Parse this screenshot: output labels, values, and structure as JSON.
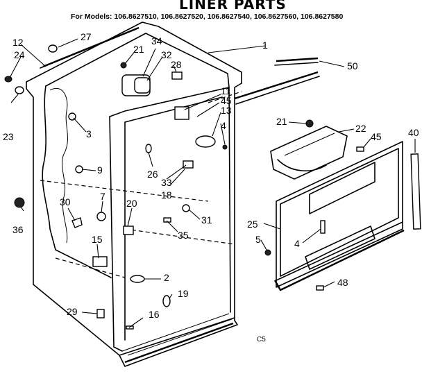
{
  "title": "LINER PARTS",
  "models": "For Models: 106.8627510, 106.8627520, 106.8627540, 106.8627560, 106.8627580",
  "callouts": {
    "c1": "1",
    "c2": "2",
    "c3": "3",
    "c4a": "4",
    "c4b": "4",
    "c5": "5",
    "c7": "7",
    "c9": "9",
    "c11": "11",
    "c12": "12",
    "c13": "13",
    "c15": "15",
    "c16": "16",
    "c18": "18",
    "c19": "19",
    "c20": "20",
    "c21a": "21",
    "c21b": "21",
    "c22": "22",
    "c23": "23",
    "c24": "24",
    "c25": "25",
    "c26": "26",
    "c27": "27",
    "c28": "28",
    "c29": "29",
    "c30": "30",
    "c31": "31",
    "c32": "32",
    "c33": "33",
    "c34": "34",
    "c35": "35",
    "c36": "36",
    "c40": "40",
    "c45a": "45",
    "c45b": "45",
    "c48": "48",
    "c50": "50"
  },
  "footer_code": "C5"
}
